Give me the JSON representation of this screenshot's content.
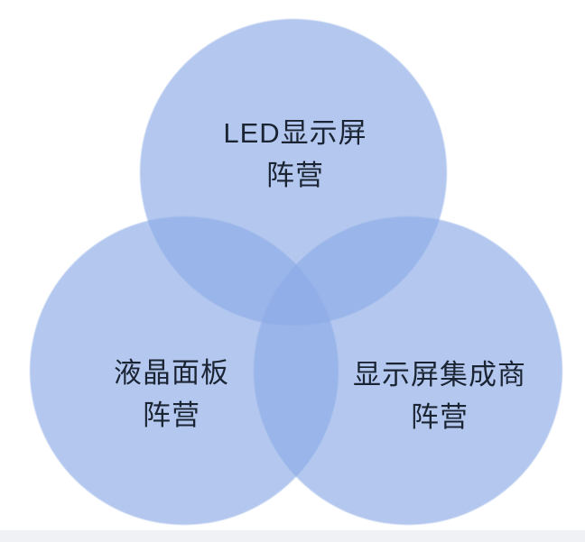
{
  "diagram": {
    "type": "venn",
    "description": "Three overlapping circles showing three industry camps",
    "circles": [
      {
        "id": "led-display",
        "label_line1": "LED显示屏",
        "label_line2": "阵营",
        "position": "top"
      },
      {
        "id": "lcd-panel",
        "label_line1": "液晶面板",
        "label_line2": "阵营",
        "position": "bottom-left"
      },
      {
        "id": "display-integrator",
        "label_line1": "显示屏集成商",
        "label_line2": "阵营",
        "position": "bottom-right"
      }
    ],
    "colors": {
      "circle_fill": "#8caae6",
      "circle_fill_opacity": "0.65",
      "overlap_two": "#9fb7ec",
      "overlap_three": "#94afe8",
      "text": "#1a2433",
      "background": "#ffffff",
      "bottom_strip": "#eff1f4"
    }
  }
}
